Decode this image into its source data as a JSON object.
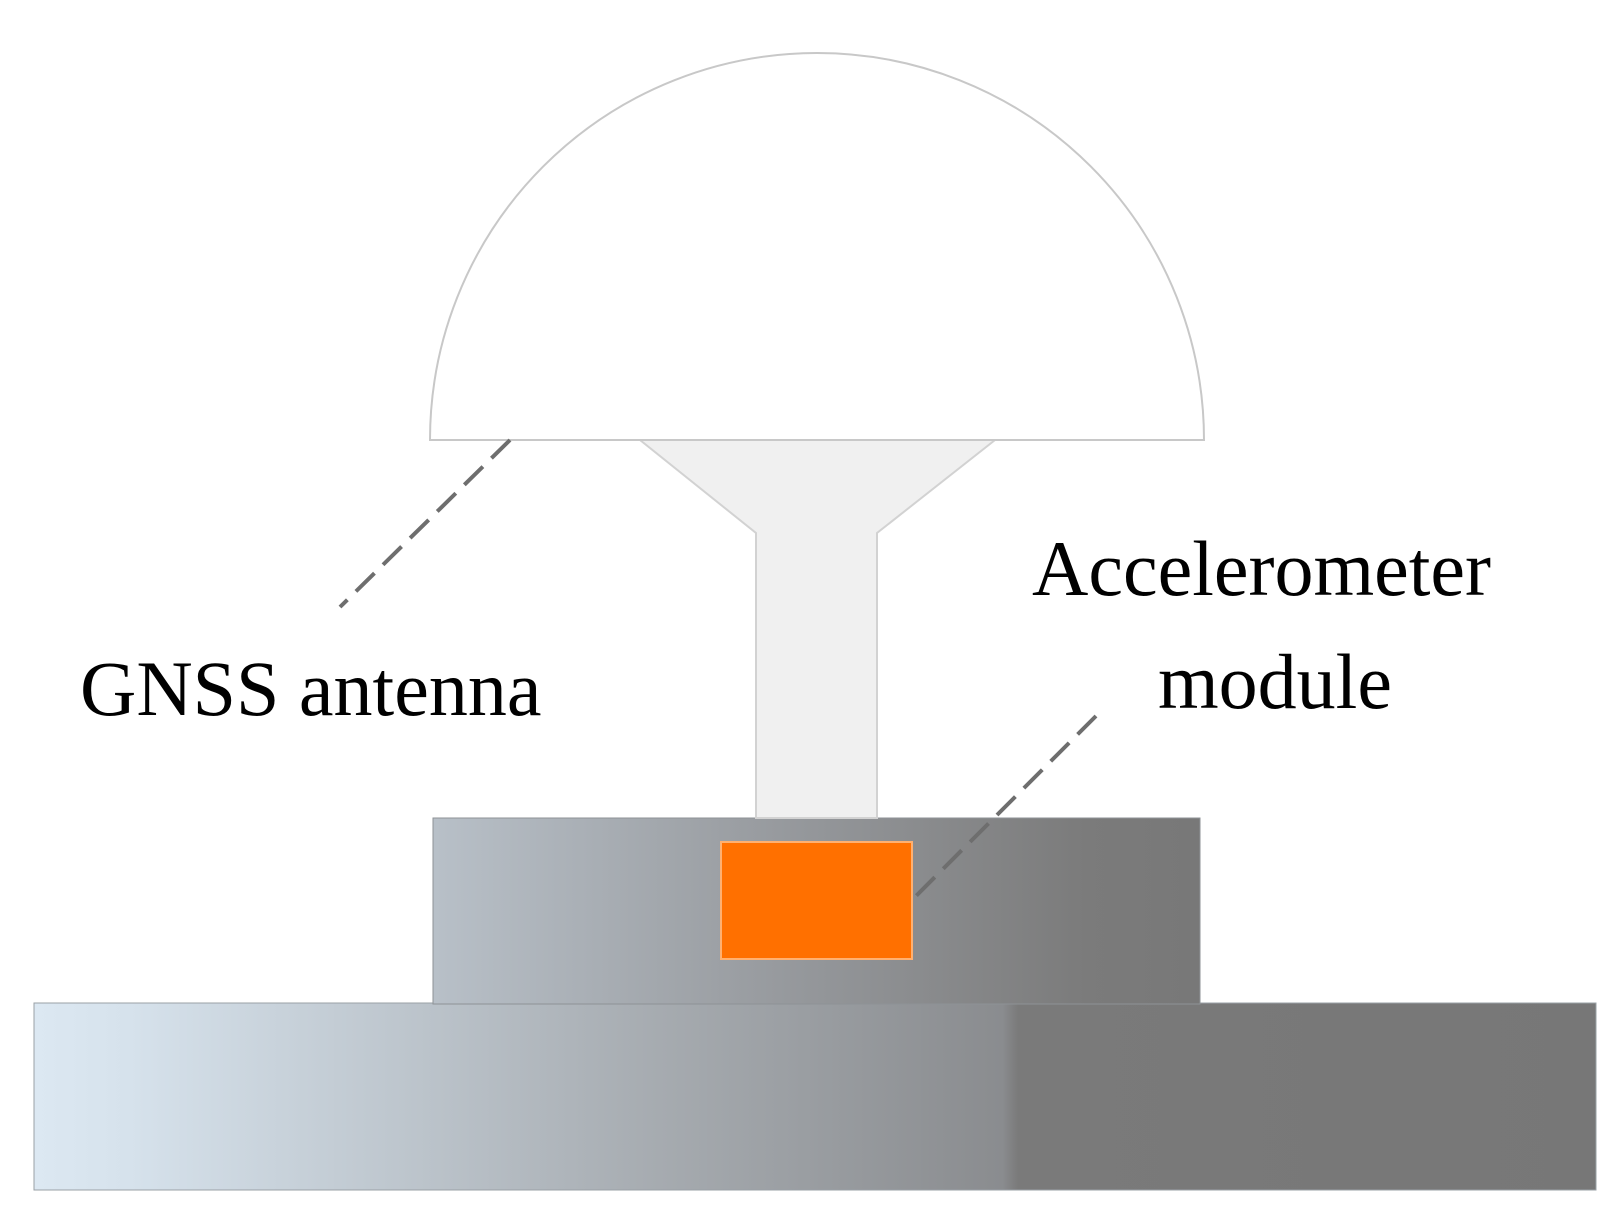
{
  "labels": {
    "gnss_antenna": "GNSS antenna",
    "accelerometer_line1": "Accelerometer",
    "accelerometer_line2": "module"
  },
  "colors": {
    "background": "#ffffff",
    "dome_fill": "#ffffff",
    "dome_stroke": "#c8c8c8",
    "mount_fill": "#f0f0f0",
    "mount_stroke": "#d2d2d2",
    "accelerometer_fill": "#ff7000",
    "accelerometer_stroke": "#ffb070",
    "leader_line": "#6e6e6e",
    "base_gradient_start": "#dce8f2",
    "base_gradient_mid": "#a6abb0",
    "base_gradient_end": "#777777",
    "label_text": "#000000"
  },
  "icons": {
    "antenna": "gnss-antenna-dome",
    "module": "accelerometer-module-block"
  }
}
